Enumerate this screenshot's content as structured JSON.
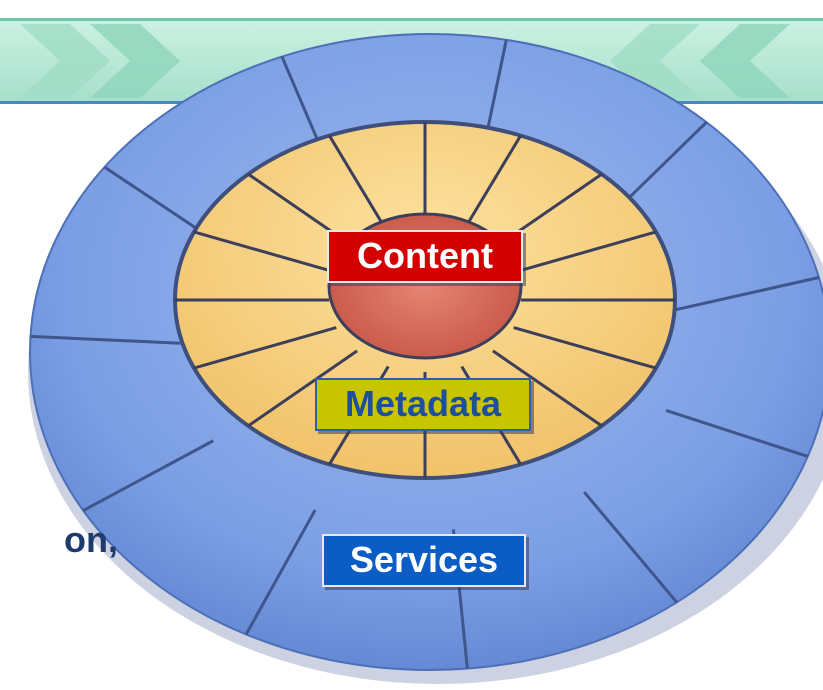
{
  "labels": {
    "content": "Content",
    "metadata": "Metadata",
    "services": "Services",
    "side_text_fragment": "on,"
  },
  "colors": {
    "outer_ring": "#7b9ee4",
    "middle_ring": "#f6cf78",
    "core": "#d96a5a",
    "banner": "#b9ead7",
    "content_tag": "#d40000",
    "metadata_tag": "#c9c400",
    "services_tag": "#0b5cc5"
  },
  "rings": {
    "outer_segments": 11,
    "middle_segments": 16
  }
}
